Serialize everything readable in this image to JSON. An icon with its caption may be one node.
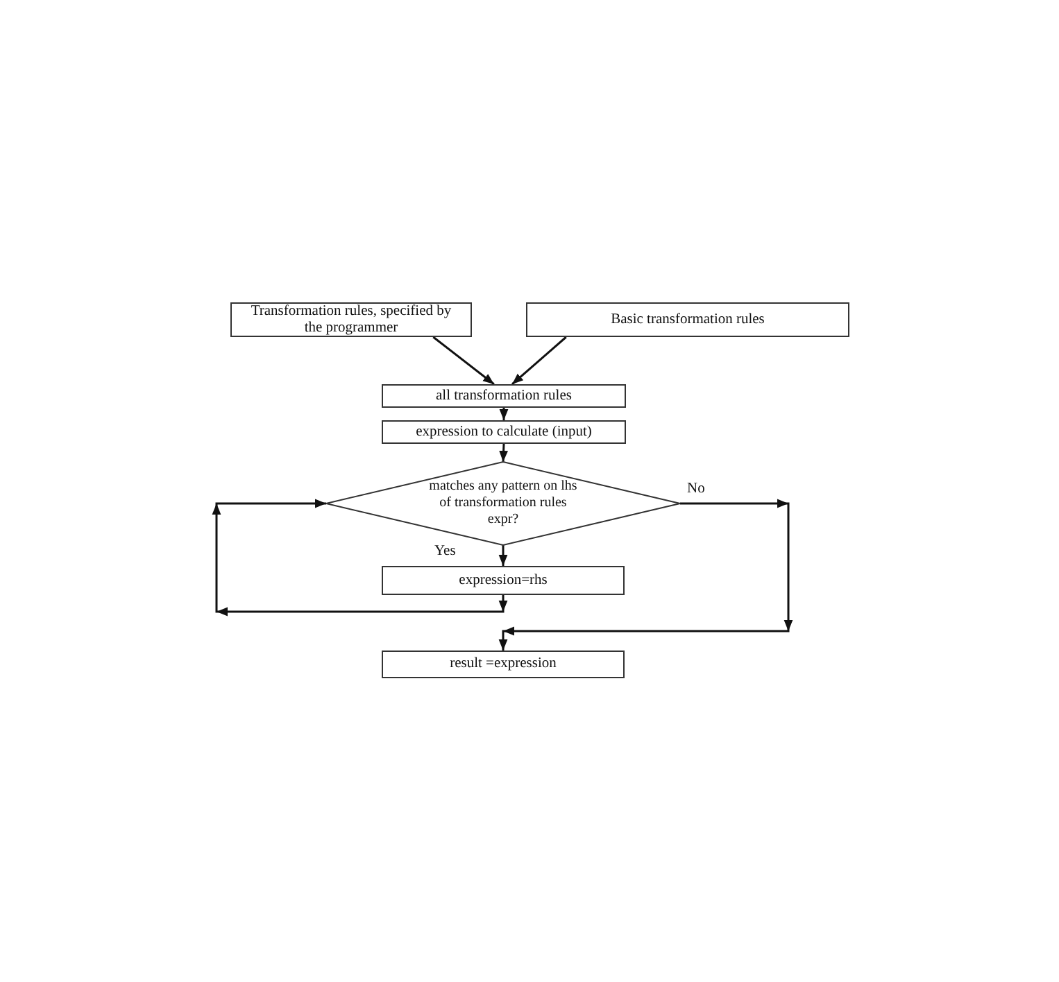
{
  "diagram": {
    "nodes": [
      {
        "text": [
          "Transformation rules, specified by the programmer"
        ]
      },
      {
        "text": [
          "Basic transformation rules"
        ]
      },
      {
        "text": [
          "all transformation rules"
        ]
      },
      {
        "text": [
          "expression to calculate (input)"
        ]
      },
      {
        "text": [
          "matches any pattern on lhs of transformation rules expr?"
        ]
      },
      {
        "text": [
          "expression=rhs"
        ]
      },
      {
        "text": [
          "result =expression"
        ]
      }
    ],
    "edges": [
      {
        "from": 0,
        "to": 2,
        "arrow": "to"
      },
      {
        "from": 1,
        "to": 2,
        "arrow": "to"
      },
      {
        "from": 2,
        "to": 3,
        "arrow": "to"
      },
      {
        "from": 3,
        "to": 4,
        "arrow": "to"
      },
      {
        "from": 4,
        "to": 5,
        "arrow": "to",
        "label": "Yes"
      },
      {
        "from": 5,
        "to": 4,
        "arrow": "to"
      },
      {
        "from": 4,
        "to": 6,
        "arrow": "to",
        "label": "No"
      }
    ]
  }
}
